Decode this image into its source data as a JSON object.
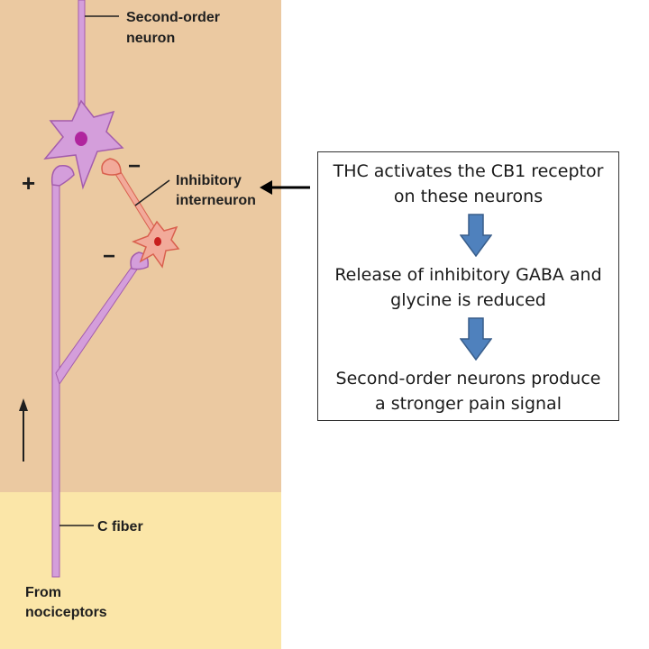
{
  "diagram": {
    "labels": {
      "second_order_1": "Second-order",
      "second_order_2": "neuron",
      "inhibitory_1": "Inhibitory",
      "inhibitory_2": "interneuron",
      "c_fiber": "C fiber",
      "from_1": "From",
      "from_2": "nociceptors"
    },
    "signs": {
      "plus": "+",
      "minus_top": "−",
      "minus_bottom": "−"
    },
    "colors": {
      "tissue_upper": "#ebc9a1",
      "tissue_lower": "#fbe6a8",
      "neuron_purple": "#d49edb",
      "neuron_outline": "#a35cac",
      "interneuron": "#f2aa9a",
      "interneuron_outline": "#d9604e"
    }
  },
  "info_box": {
    "step1_line1": "THC activates the CB1 receptor",
    "step1_line2": "on these neurons",
    "step2_line1": "Release of inhibitory GABA and",
    "step2_line2": "glycine is reduced",
    "step3_line1": "Second-order neurons produce",
    "step3_line2": "a stronger pain signal",
    "arrow_color": "#4f81bd"
  }
}
